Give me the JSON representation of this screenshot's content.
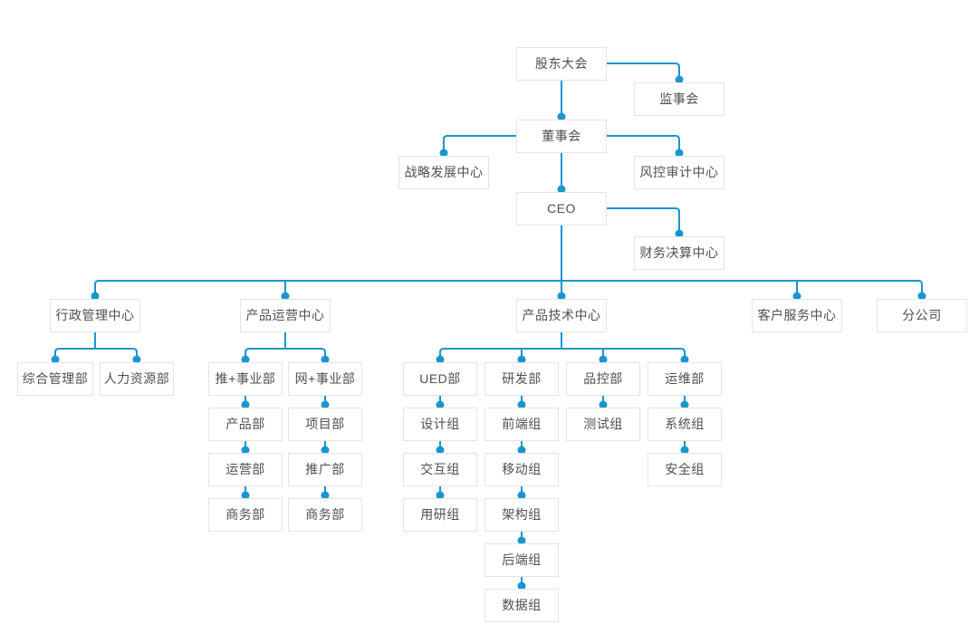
{
  "diagram": {
    "type": "org-chart",
    "accent_color": "#1796cf",
    "box_border_color": "#e4e4e4",
    "box_background": "#ffffff",
    "text_color": "#4f4f4f",
    "nodes": {
      "shareholders_meeting": {
        "label": "股东大会",
        "parent": null
      },
      "supervisory_board": {
        "label": "监事会",
        "parent": "shareholders_meeting"
      },
      "board_of_directors": {
        "label": "董事会",
        "parent": "shareholders_meeting"
      },
      "strategy_center": {
        "label": "战略发展中心",
        "parent": "board_of_directors"
      },
      "risk_audit_center": {
        "label": "风控审计中心",
        "parent": "board_of_directors"
      },
      "ceo": {
        "label": "CEO",
        "parent": "board_of_directors"
      },
      "finance_center": {
        "label": "财务决算中心",
        "parent": "ceo"
      },
      "admin_center": {
        "label": "行政管理中心",
        "parent": "ceo"
      },
      "product_ops_center": {
        "label": "产品运营中心",
        "parent": "ceo"
      },
      "product_tech_center": {
        "label": "产品技术中心",
        "parent": "ceo"
      },
      "customer_service_center": {
        "label": "客户服务中心",
        "parent": "ceo"
      },
      "branch_company": {
        "label": "分公司",
        "parent": "ceo"
      },
      "general_mgmt_dept": {
        "label": "综合管理部",
        "parent": "admin_center"
      },
      "hr_dept": {
        "label": "人力资源部",
        "parent": "admin_center"
      },
      "tui_division": {
        "label": "推+事业部",
        "parent": "product_ops_center"
      },
      "wang_division": {
        "label": "网+事业部",
        "parent": "product_ops_center"
      },
      "product_dept": {
        "label": "产品部",
        "parent": "tui_division"
      },
      "operations_dept": {
        "label": "运营部",
        "parent": "tui_division"
      },
      "business_dept_tui": {
        "label": "商务部",
        "parent": "tui_division"
      },
      "project_dept": {
        "label": "项目部",
        "parent": "wang_division"
      },
      "promotion_dept": {
        "label": "推广部",
        "parent": "wang_division"
      },
      "business_dept_wang": {
        "label": "商务部",
        "parent": "wang_division"
      },
      "ued_dept": {
        "label": "UED部",
        "parent": "product_tech_center"
      },
      "design_group": {
        "label": "设计组",
        "parent": "ued_dept"
      },
      "interaction_group": {
        "label": "交互组",
        "parent": "ued_dept"
      },
      "user_research_group": {
        "label": "用研组",
        "parent": "ued_dept"
      },
      "rd_dept": {
        "label": "研发部",
        "parent": "product_tech_center"
      },
      "frontend_group": {
        "label": "前端组",
        "parent": "rd_dept"
      },
      "mobile_group": {
        "label": "移动组",
        "parent": "rd_dept"
      },
      "architecture_group": {
        "label": "架构组",
        "parent": "rd_dept"
      },
      "backend_group": {
        "label": "后端组",
        "parent": "rd_dept"
      },
      "data_group": {
        "label": "数据组",
        "parent": "rd_dept"
      },
      "qc_dept": {
        "label": "品控部",
        "parent": "product_tech_center"
      },
      "testing_group": {
        "label": "测试组",
        "parent": "qc_dept"
      },
      "ops_dept": {
        "label": "运维部",
        "parent": "product_tech_center"
      },
      "system_group": {
        "label": "系统组",
        "parent": "ops_dept"
      },
      "security_group": {
        "label": "安全组",
        "parent": "ops_dept"
      }
    }
  }
}
